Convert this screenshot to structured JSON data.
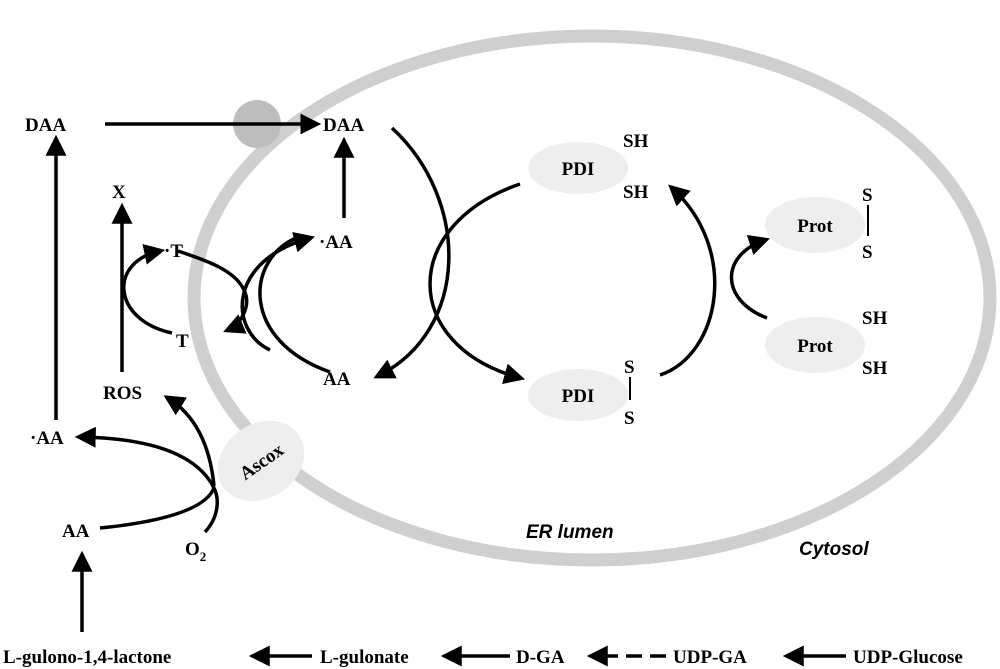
{
  "colors": {
    "membrane": "#cfcfcf",
    "channel": "#bdbdbd",
    "protein_fill": "#eeeeee",
    "ink": "#000000"
  },
  "labels": {
    "daa_cytosol": "DAA",
    "daa_lumen": "DAA",
    "x": "X",
    "t_radical": "·T",
    "t": "T",
    "aa_radical_lumen": "·AA",
    "aa_lumen": "AA",
    "ros": "ROS",
    "aa_radical_cytosol": "·AA",
    "aa_cytosol": "AA",
    "o2": "O",
    "o2_sub": "2",
    "ascox": "Ascox",
    "pdi_reduced": "PDI",
    "pdi_oxidized": "PDI",
    "prot_oxidized": "Prot",
    "prot_reduced": "Prot",
    "sh": "SH",
    "s": "S",
    "er_lumen": "ER lumen",
    "cytosol": "Cytosol"
  },
  "pathway": {
    "gulonolactone": "L-gulono-1,4-lactone",
    "gulonate": "L-gulonate",
    "dga": "D-GA",
    "udpga": "UDP-GA",
    "udpglucose": "UDP-Glucose"
  }
}
